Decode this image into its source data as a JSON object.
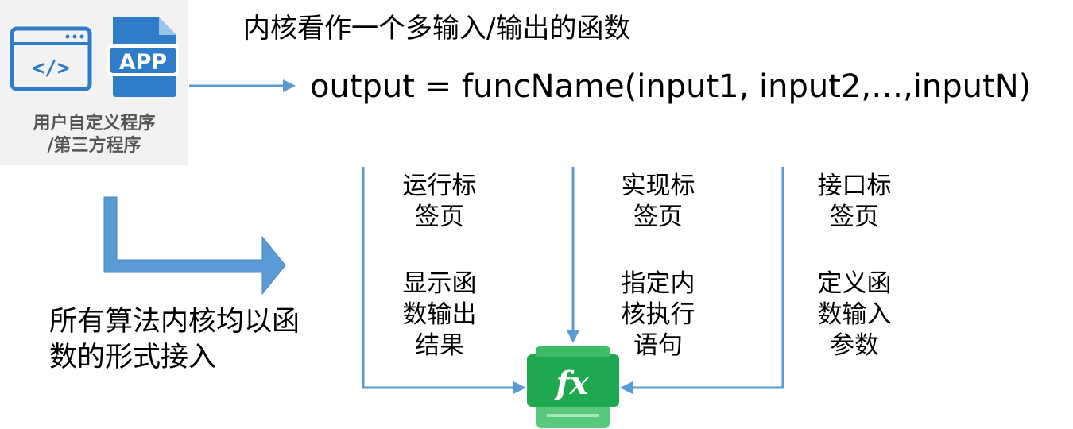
{
  "app": {
    "label_line1": "用户自定义程序",
    "label_line2": "/第三方程序",
    "app_badge": "APP",
    "code_icon": "</>"
  },
  "headline": "内核看作一个多输入/输出的函数",
  "formula": "output = funcName(input1, input2,…,inputN)",
  "left_caption": "所有算法内核均以函数的形式接入",
  "columns": [
    {
      "tab_line1": "运行标",
      "tab_line2": "签页",
      "desc_line1": "显示函",
      "desc_line2": "数输出",
      "desc_line3": "结果"
    },
    {
      "tab_line1": "实现标",
      "tab_line2": "签页",
      "desc_line1": "指定内",
      "desc_line2": "核执行",
      "desc_line3": "语句"
    },
    {
      "tab_line1": "接口标",
      "tab_line2": "签页",
      "desc_line1": "定义函",
      "desc_line2": "数输入",
      "desc_line3": "参数"
    }
  ],
  "function_icon_text": "fx",
  "colors": {
    "arrow_blue": "#5b9bd5",
    "icon_blue": "#2f7dc8",
    "fx_green": "#1fa84f",
    "panel_gray": "#f2f2f2"
  }
}
